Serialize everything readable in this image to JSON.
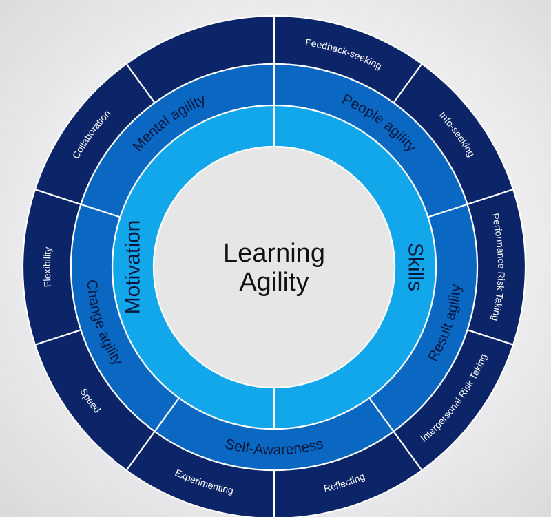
{
  "colors": {
    "outer_ring": "#0c2468",
    "middle_ring": "#0a68c2",
    "inner_ring": "#12a6ea",
    "center": "#e6e6e6",
    "divider": "#ffffff",
    "outer_text": "#ffffff",
    "ring_text": "#06173e",
    "center_text": "#111111"
  },
  "center": {
    "line1": "Learning",
    "line2": "Agility"
  },
  "inner_ring": {
    "segments": [
      {
        "label": "Motivation",
        "from": 180,
        "to": 360,
        "label_angle": 270
      },
      {
        "label": "Skills",
        "from": 0,
        "to": 180,
        "label_angle": 90
      }
    ]
  },
  "middle_ring": {
    "segments": [
      {
        "label": "People agility",
        "from": 0,
        "to": 72
      },
      {
        "label": "Result agility",
        "from": 72,
        "to": 144
      },
      {
        "label": "Self-Awareness",
        "from": 144,
        "to": 216
      },
      {
        "label": "Change agility",
        "from": 216,
        "to": 288
      },
      {
        "label": "Mental agility",
        "from": 288,
        "to": 360
      }
    ]
  },
  "outer_ring": {
    "segments": [
      {
        "label": "Feedback-seeking",
        "from": 0,
        "to": 36
      },
      {
        "label": "Info-seeking",
        "from": 36,
        "to": 72
      },
      {
        "label": "Performance Risk Taking",
        "from": 72,
        "to": 108
      },
      {
        "label": "Interpersonal Risk Taking",
        "from": 108,
        "to": 144
      },
      {
        "label": "Reflecting",
        "from": 144,
        "to": 180
      },
      {
        "label": "Experimenting",
        "from": 180,
        "to": 216
      },
      {
        "label": "Speed",
        "from": 216,
        "to": 252
      },
      {
        "label": "Flexibility",
        "from": 252,
        "to": 288
      },
      {
        "label": "Collaboration",
        "from": 288,
        "to": 324
      },
      {
        "label": "",
        "from": 324,
        "to": 360
      }
    ]
  }
}
